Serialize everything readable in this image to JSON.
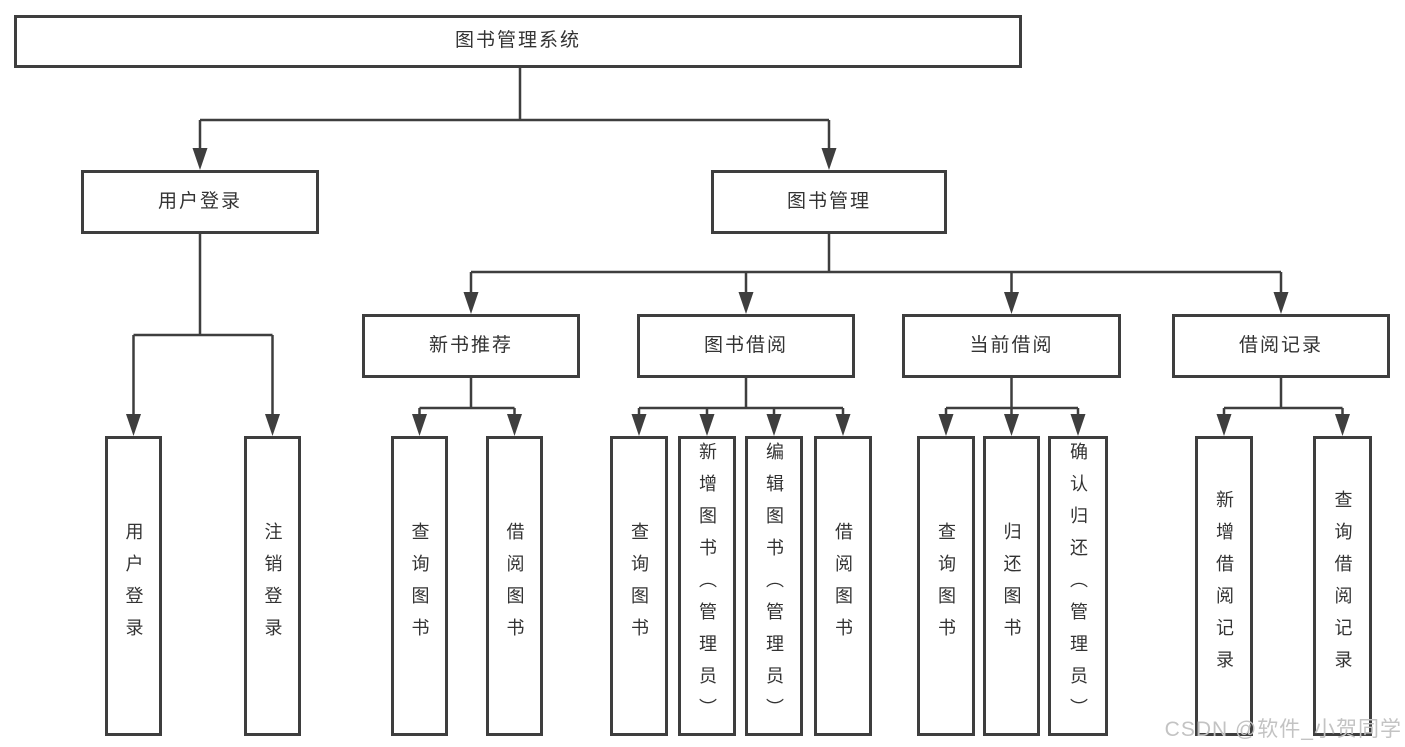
{
  "diagram": {
    "type": "tree",
    "title": "图书管理系统",
    "colors": {
      "line": "#3e3e3e",
      "box_border": "#3e3e3e",
      "text": "#333333",
      "background": "#ffffff"
    },
    "nodes": {
      "root": {
        "label": "图书管理系统",
        "children": [
          "user_login",
          "book_mgmt"
        ]
      },
      "user_login": {
        "label": "用户登录",
        "children": [
          "leaf_user_login",
          "leaf_logout"
        ]
      },
      "book_mgmt": {
        "label": "图书管理",
        "children": [
          "new_books",
          "book_borrow",
          "current_borrow",
          "borrow_records"
        ]
      },
      "new_books": {
        "label": "新书推荐",
        "children": [
          "leaf_nb_query",
          "leaf_nb_borrow"
        ]
      },
      "book_borrow": {
        "label": "图书借阅",
        "children": [
          "leaf_bb_query",
          "leaf_bb_add",
          "leaf_bb_edit",
          "leaf_bb_borrow"
        ]
      },
      "current_borrow": {
        "label": "当前借阅",
        "children": [
          "leaf_cb_query",
          "leaf_cb_return",
          "leaf_cb_confirm"
        ]
      },
      "borrow_records": {
        "label": "借阅记录",
        "children": [
          "leaf_br_add",
          "leaf_br_query"
        ]
      },
      "leaf_user_login": {
        "label": "用户登录"
      },
      "leaf_logout": {
        "label": "注销登录"
      },
      "leaf_nb_query": {
        "label": "查询图书"
      },
      "leaf_nb_borrow": {
        "label": "借阅图书"
      },
      "leaf_bb_query": {
        "label": "查询图书"
      },
      "leaf_bb_add": {
        "label": "新增图书（管理员）"
      },
      "leaf_bb_edit": {
        "label": "编辑图书（管理员）"
      },
      "leaf_bb_borrow": {
        "label": "借阅图书"
      },
      "leaf_cb_query": {
        "label": "查询图书"
      },
      "leaf_cb_return": {
        "label": "归还图书"
      },
      "leaf_cb_confirm": {
        "label": "确认归还（管理员）"
      },
      "leaf_br_add": {
        "label": "新增借阅记录"
      },
      "leaf_br_query": {
        "label": "查询借阅记录"
      }
    }
  },
  "watermark": {
    "text": "CSDN @软件_小贺同学",
    "color": "#c3c3c3"
  }
}
